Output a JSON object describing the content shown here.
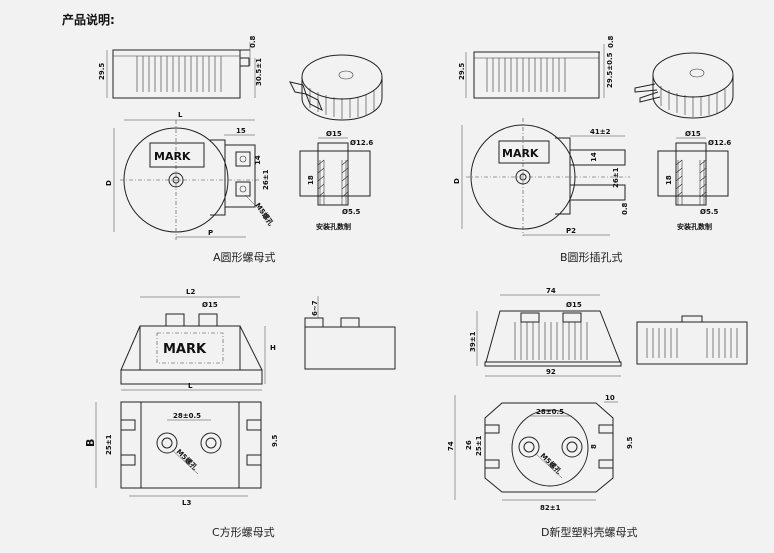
{
  "title": "产品说明:",
  "captions": {
    "a": "A圆形螺母式",
    "b": "B圆形插孔式",
    "c": "C方形螺母式",
    "d": "D新型塑料壳螺母式"
  },
  "marks": {
    "mark_a": "MARK",
    "mark_b": "MARK",
    "mark_c": "MARK"
  },
  "dims_a": {
    "height": "29.5",
    "t08": "0.8",
    "side": "30.5±1",
    "L": "L",
    "d15": "15",
    "D": "D",
    "d14": "14",
    "d26": "26±1",
    "m5": "M5螺孔",
    "P": "P",
    "phi15": "Ø15",
    "phi12": "Ø12.6",
    "d18": "18",
    "phi5": "Ø5.5",
    "hole": "安装孔数制"
  },
  "dims_b": {
    "height": "29.5",
    "t08": "0.8",
    "side": "29.5±0.5",
    "d41": "41±2",
    "D": "D",
    "d14": "14",
    "d26": "26±1",
    "d8": "0.8",
    "P2": "P2",
    "phi15": "Ø15",
    "phi12": "Ø12.6",
    "d18": "18",
    "phi5": "Ø5.5",
    "hole": "安装孔数制"
  },
  "dims_c": {
    "L2": "L2",
    "phi15": "Ø15",
    "H": "H",
    "L": "L",
    "t7": "6~7",
    "d28": "28±0.5",
    "B": "B",
    "d25": "25±1",
    "m5": "M5螺孔",
    "d9": "9.5",
    "L3": "L3"
  },
  "dims_d": {
    "d74": "74",
    "phi15": "Ø15",
    "d39": "39±1",
    "d92": "92",
    "d10": "10",
    "d28": "28±0.5",
    "d74v": "74",
    "d26": "26",
    "d25": "25±1",
    "m5": "M5螺孔",
    "d8": "8",
    "d95": "9.5",
    "d82": "82±1"
  }
}
